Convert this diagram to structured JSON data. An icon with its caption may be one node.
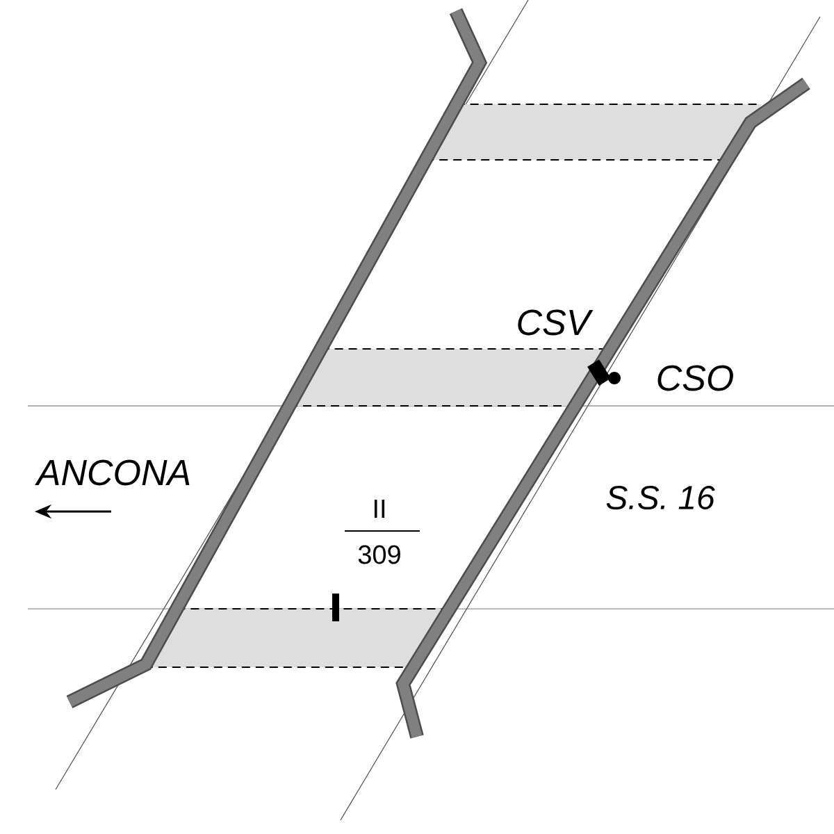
{
  "diagram": {
    "labels": [
      "CSV",
      "CSO",
      "ANCONA",
      "S.S. 16",
      "II",
      "309"
    ]
  }
}
